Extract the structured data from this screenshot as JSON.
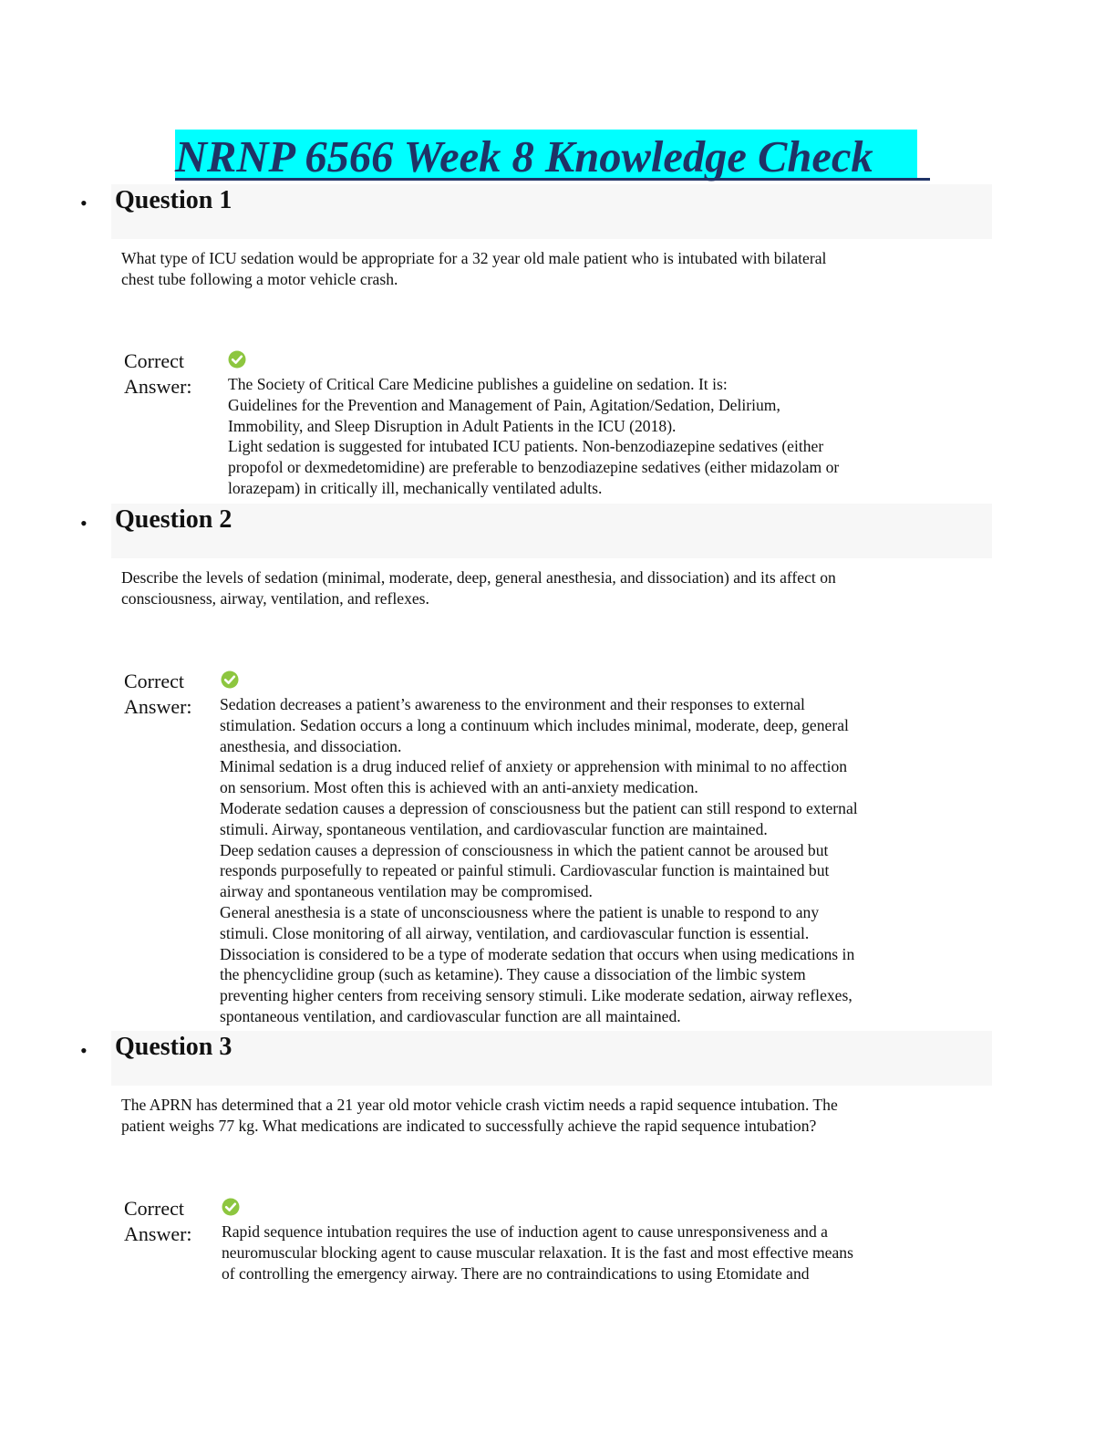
{
  "document": {
    "title": "NRNP 6566 Week 8 Knowledge Check"
  },
  "labels": {
    "correct": "Correct",
    "answer": "Answer:"
  },
  "questions": [
    {
      "heading": "Question 1",
      "text_lines": [
        "What type of ICU sedation would be appropriate for a 32 year old male patient who is intubated with bilateral",
        "chest tube following a motor vehicle crash."
      ],
      "answer_lines": [
        "The Society of Critical Care Medicine publishes a guideline on sedation. It is:",
        "Guidelines for the Prevention and Management of Pain, Agitation/Sedation, Delirium,",
        "Immobility, and Sleep Disruption in Adult Patients in the ICU (2018).",
        "Light sedation is suggested for intubated ICU patients. Non-benzodiazepine sedatives (either",
        "propofol or dexmedetomidine) are preferable to benzodiazepine sedatives (either midazolam or",
        "lorazepam) in critically ill, mechanically ventilated adults."
      ]
    },
    {
      "heading": "Question 2",
      "text_lines": [
        "Describe the levels of sedation (minimal, moderate, deep, general anesthesia, and dissociation) and its affect on",
        "consciousness, airway, ventilation, and reflexes."
      ],
      "answer_lines": [
        "Sedation decreases a patient’s awareness to the environment and their responses to external",
        "stimulation. Sedation occurs a long a continuum which includes minimal, moderate, deep, general",
        "anesthesia, and dissociation.",
        "Minimal sedation is a drug induced relief of anxiety or apprehension with minimal to no affection",
        "on sensorium. Most often this is achieved with an anti-anxiety medication.",
        "Moderate sedation causes a depression of consciousness but the patient can still respond to external",
        "stimuli. Airway, spontaneous ventilation, and cardiovascular function are maintained.",
        "Deep sedation causes a depression of consciousness in which the patient cannot be aroused but",
        "responds purposefully to repeated or painful stimuli. Cardiovascular function is maintained but",
        "airway and spontaneous ventilation may be compromised.",
        "General anesthesia is a state of unconsciousness where the patient is unable to respond to any",
        "stimuli. Close monitoring of all airway, ventilation, and cardiovascular function is essential.",
        "Dissociation is considered to be a type of moderate sedation that occurs when using medications in",
        "the phencyclidine group (such as ketamine). They cause a dissociation of the limbic system",
        "preventing higher centers from receiving sensory stimuli. Like moderate sedation, airway reflexes,",
        "spontaneous ventilation, and cardiovascular function are all maintained."
      ]
    },
    {
      "heading": "Question 3",
      "text_lines": [
        "The APRN has determined that a 21 year old motor vehicle crash victim needs a rapid sequence intubation. The",
        "patient weighs 77 kg. What medications are indicated to successfully achieve the rapid sequence intubation?"
      ],
      "answer_lines": [
        "Rapid sequence intubation requires the use of induction agent to cause unresponsiveness and a",
        "neuromuscular blocking agent to cause muscular relaxation. It is the fast and most effective means",
        "of controlling the emergency airway. There are no contraindications to using Etomidate and"
      ]
    }
  ],
  "icons": {
    "correct": "check-circle-icon"
  },
  "colors": {
    "title_highlight": "#00ffff",
    "title_text": "#1f3366",
    "check_green": "#8dc63f"
  }
}
